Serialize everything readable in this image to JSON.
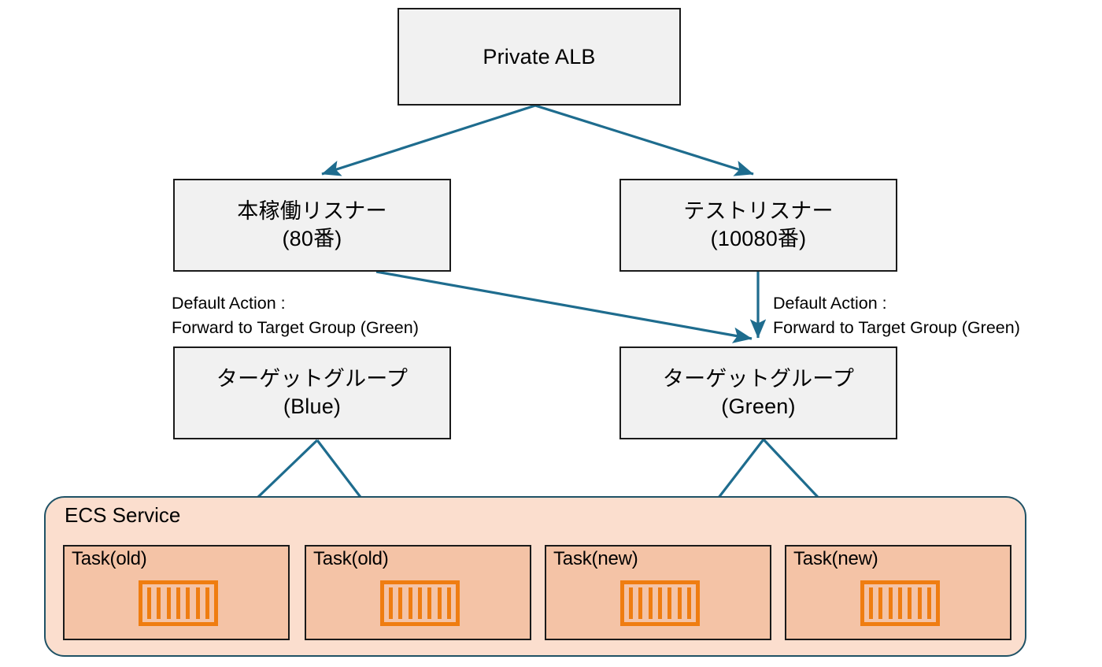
{
  "diagram": {
    "title_nodes": {
      "alb": {
        "label": "Private ALB"
      },
      "prod_listener": {
        "line1": "本稼働リスナー",
        "line2": "(80番)"
      },
      "test_listener": {
        "line1": "テストリスナー",
        "line2": "(10080番)"
      },
      "tg_blue": {
        "line1": "ターゲットグループ",
        "line2": "(Blue)"
      },
      "tg_green": {
        "line1": "ターゲットグループ",
        "line2": "(Green)"
      }
    },
    "edge_labels": {
      "prod_default_action": {
        "line1": "Default Action :",
        "line2": "Forward to Target Group (Green)"
      },
      "test_default_action": {
        "line1": "Default Action :",
        "line2": "Forward to Target Group (Green)"
      }
    },
    "ecs_service": {
      "label": "ECS Service",
      "tasks": [
        {
          "label": "Task(old)",
          "icon": "container-icon"
        },
        {
          "label": "Task(old)",
          "icon": "container-icon"
        },
        {
          "label": "Task(new)",
          "icon": "container-icon"
        },
        {
          "label": "Task(new)",
          "icon": "container-icon"
        }
      ]
    },
    "colors": {
      "node_fill": "#f1f1f1",
      "node_border": "#1a1a1a",
      "arrow": "#1e6c8e",
      "service_fill": "#fbdece",
      "service_border": "#1f5266",
      "task_fill": "#f4c3a6",
      "container_icon": "#ef7d11"
    }
  }
}
